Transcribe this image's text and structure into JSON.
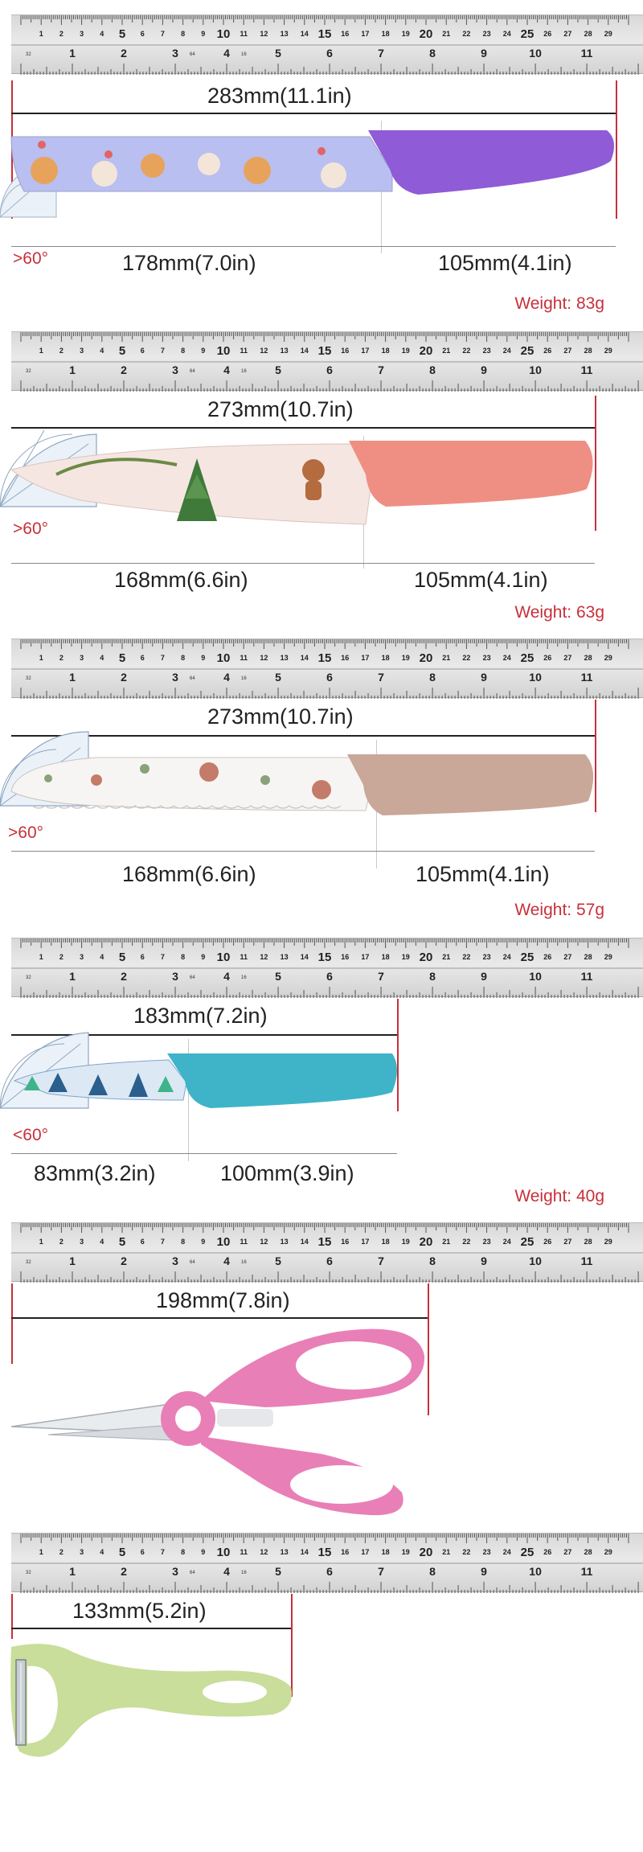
{
  "ruler": {
    "cm_major": [
      "1",
      "2",
      "3",
      "4",
      "5",
      "6",
      "7",
      "8",
      "9",
      "10",
      "11",
      "12",
      "13",
      "14",
      "15",
      "16",
      "17",
      "18",
      "19",
      "20",
      "21",
      "22",
      "23",
      "24",
      "25",
      "26",
      "27",
      "28",
      "29"
    ],
    "inch_major": [
      "1",
      "2",
      "3",
      "4",
      "5",
      "6",
      "7",
      "8",
      "9",
      "10",
      "11"
    ],
    "small_marks": [
      "32",
      "64",
      "16"
    ]
  },
  "items": [
    {
      "name": "chef-knife",
      "total": "283mm(11.1in)",
      "blade": "178mm(7.0in)",
      "handle": "105mm(4.1in)",
      "weight": "Weight: 83g",
      "angle": ">60°",
      "blade_color": "#b9bff0",
      "handle_color": "#8f5bd6"
    },
    {
      "name": "slicing-knife",
      "total": "273mm(10.7in)",
      "blade": "168mm(6.6in)",
      "handle": "105mm(4.1in)",
      "weight": "Weight: 63g",
      "angle": ">60°",
      "blade_color": "#f6e6e2",
      "handle_color": "#ef8f84"
    },
    {
      "name": "bread-knife",
      "total": "273mm(10.7in)",
      "blade": "168mm(6.6in)",
      "handle": "105mm(4.1in)",
      "weight": "Weight: 57g",
      "angle": ">60°",
      "blade_color": "#f7f5f3",
      "handle_color": "#c9a799"
    },
    {
      "name": "paring-knife",
      "total": "183mm(7.2in)",
      "blade": "83mm(3.2in)",
      "handle": "100mm(3.9in)",
      "weight": "Weight: 40g",
      "angle": "<60°",
      "blade_color": "#dce9f5",
      "handle_color": "#3fb4c8"
    },
    {
      "name": "scissors",
      "total": "198mm(7.8in)",
      "handle_color": "#e97fb7"
    },
    {
      "name": "peeler",
      "total": "133mm(5.2in)",
      "handle_color": "#c8de9a"
    }
  ]
}
